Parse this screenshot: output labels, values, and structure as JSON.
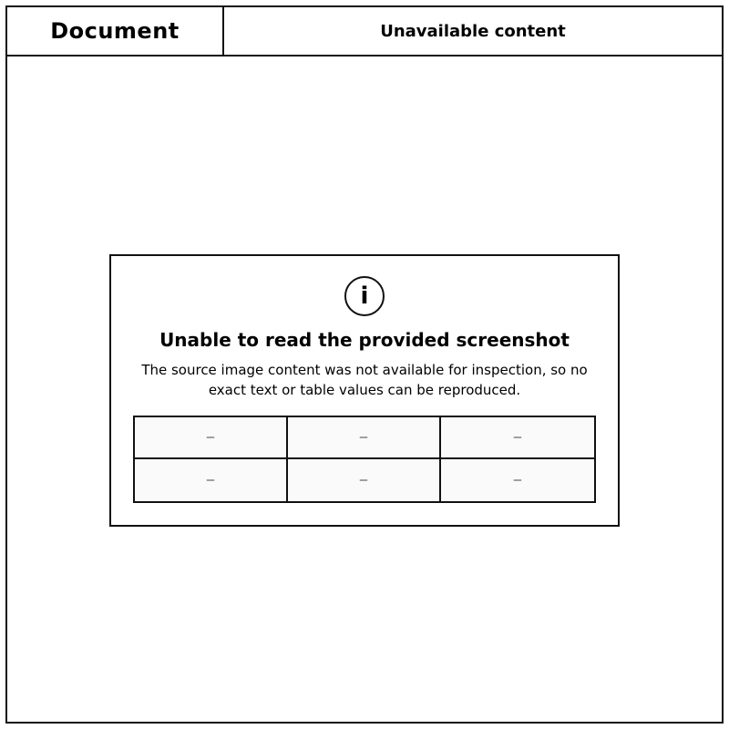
{
  "header": {
    "brand": "Document",
    "title": "Unavailable content"
  },
  "notice": {
    "title": "Unable to read the provided screenshot",
    "text": "The source image content was not available for inspection, so no exact text or table values can be reproduced."
  },
  "placeholders": [
    {
      "label": "—"
    },
    {
      "label": "—"
    },
    {
      "label": "—"
    },
    {
      "label": "—"
    },
    {
      "label": "—"
    },
    {
      "label": "—"
    }
  ]
}
